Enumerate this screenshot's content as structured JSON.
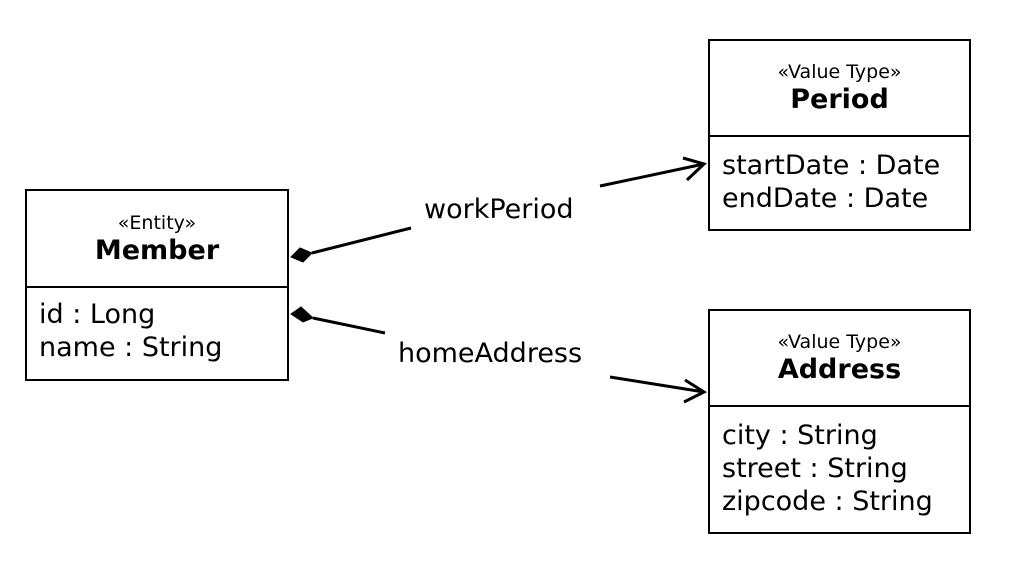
{
  "classes": {
    "member": {
      "stereotype": "«Entity»",
      "name": "Member",
      "attributes": [
        "id : Long",
        "name : String"
      ]
    },
    "period": {
      "stereotype": "«Value Type»",
      "name": "Period",
      "attributes": [
        "startDate : Date",
        "endDate : Date"
      ]
    },
    "address": {
      "stereotype": "«Value Type»",
      "name": "Address",
      "attributes": [
        "city : String",
        "street : String",
        "zipcode : String"
      ]
    }
  },
  "associations": {
    "work_period": {
      "label": "workPeriod",
      "source": "Member",
      "target": "Period",
      "source_end": "composition-diamond",
      "target_end": "open-arrow"
    },
    "home_address": {
      "label": "homeAddress",
      "source": "Member",
      "target": "Address",
      "source_end": "composition-diamond",
      "target_end": "open-arrow"
    }
  },
  "colors": {
    "line": "#000000",
    "background": "#ffffff"
  }
}
